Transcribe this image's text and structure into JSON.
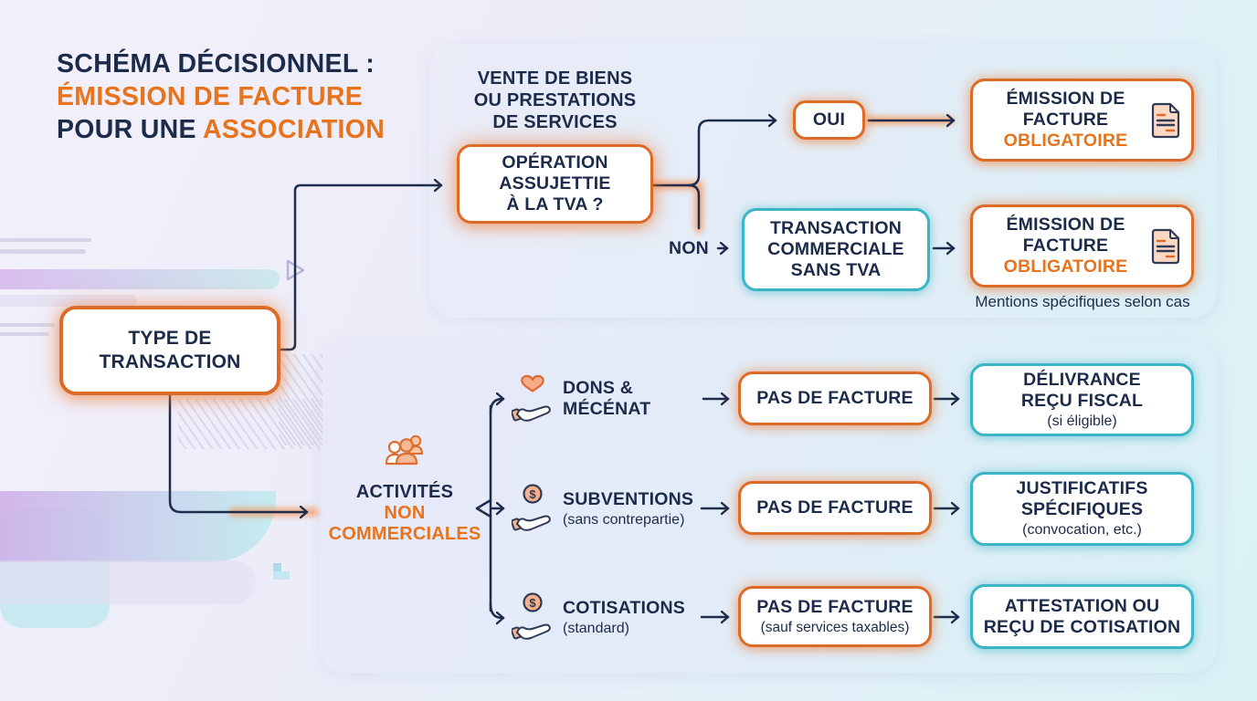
{
  "title": {
    "line1": "SCHÉMA DÉCISIONNEL :",
    "line2": "ÉMISSION DE FACTURE",
    "line3_dark": "POUR UNE",
    "line3_accent": "ASSOCIATION"
  },
  "colors": {
    "navy_text": "#1c2b4a",
    "accent_orange": "#e8731d",
    "orange_border": "#dd6b28",
    "teal_border": "#39b5c5",
    "peach_icon_fill": "#f8bb97"
  },
  "root_node": {
    "line1": "TYPE DE",
    "line2": "TRANSACTION"
  },
  "top_branch": {
    "header": [
      "VENTE DE BIENS",
      "OU PRESTATIONS",
      "DE SERVICES"
    ],
    "decision": [
      "OPÉRATION",
      "ASSUJETTIE",
      "À LA TVA ?"
    ],
    "yes_label": "OUI",
    "no_label": "NON",
    "yes_result": {
      "lines": [
        "ÉMISSION DE",
        "FACTURE"
      ],
      "accent": "OBLIGATOIRE",
      "icon": "invoice-document-icon"
    },
    "no_intermediate": [
      "TRANSACTION",
      "COMMERCIALE",
      "SANS TVA"
    ],
    "no_result": {
      "lines": [
        "ÉMISSION DE",
        "FACTURE"
      ],
      "accent": "OBLIGATOIRE",
      "icon": "invoice-document-icon"
    },
    "no_result_caption": "Mentions spécifiques selon cas"
  },
  "bottom_branch": {
    "icon": "people-group-icon",
    "label_dark": "ACTIVITÉS",
    "label_accent1": "NON",
    "label_accent2": "COMMERCIALES",
    "rows": [
      {
        "icon": "heart-hand-icon",
        "label": [
          "DONS &",
          "MÉCÉNAT"
        ],
        "sub": "",
        "mid": "PAS DE FACTURE",
        "mid_sub": "",
        "result": [
          "DÉLIVRANCE",
          "REÇU FISCAL"
        ],
        "result_sub": "(si éligible)"
      },
      {
        "icon": "coin-hand-icon",
        "label": [
          "SUBVENTIONS"
        ],
        "sub": "(sans contrepartie)",
        "mid": "PAS DE FACTURE",
        "mid_sub": "",
        "result": [
          "JUSTIFICATIFS",
          "SPÉCIFIQUES"
        ],
        "result_sub": "(convocation, etc.)"
      },
      {
        "icon": "coin-hand-icon",
        "label": [
          "COTISATIONS"
        ],
        "sub": "(standard)",
        "mid": "PAS DE FACTURE",
        "mid_sub": "(sauf services taxables)",
        "result": [
          "ATTESTATION OU",
          "REÇU DE COTISATION"
        ],
        "result_sub": ""
      }
    ]
  }
}
